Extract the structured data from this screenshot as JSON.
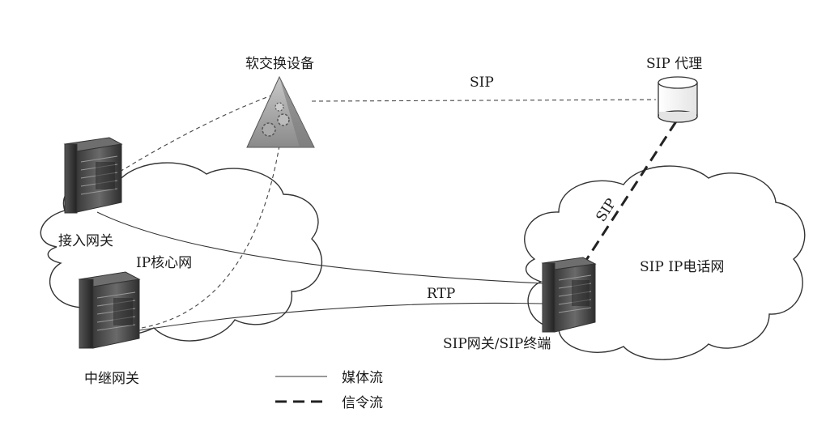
{
  "nodes": {
    "softswitch": "软交换设备",
    "sip_proxy": "SIP 代理",
    "access_gw": "接入网关",
    "trunk_gw": "中继网关",
    "sip_gw": "SIP网关/SIP终端"
  },
  "clouds": {
    "ip_core": "IP核心网",
    "sip_ip_phone": "SIP IP电话网"
  },
  "links": {
    "sip_top": "SIP",
    "sip_diag": "SIP",
    "rtp": "RTP"
  },
  "legend": {
    "media": "媒体流",
    "signal": "信令流"
  }
}
